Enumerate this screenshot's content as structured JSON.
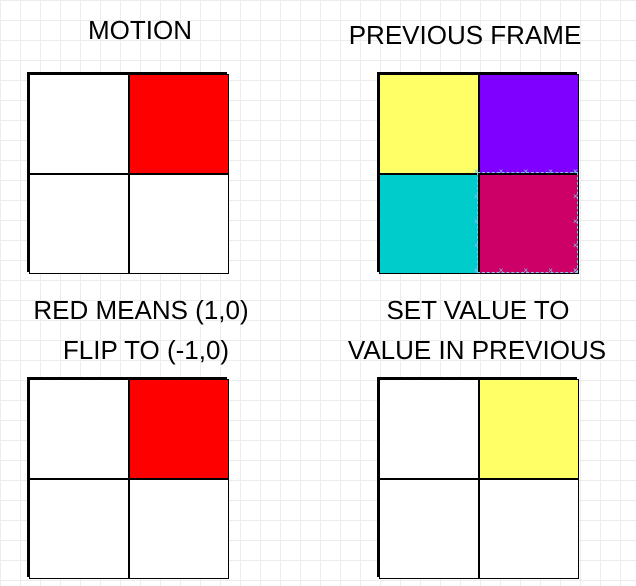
{
  "labels": {
    "motion": "MOTION",
    "previous_frame": "PREVIOUS FRAME",
    "red_means_line1": "RED MEANS (1,0)",
    "red_means_line2": "FLIP TO (-1,0)",
    "set_value_line1": "SET VALUE TO",
    "set_value_line2": "VALUE IN PREVIOUS"
  },
  "grids": {
    "motion": [
      "#ffffff",
      "#ff0000",
      "#ffffff",
      "#ffffff"
    ],
    "previous_frame": [
      "#ffff66",
      "#7f00ff",
      "#00cccc",
      "#cc0066"
    ],
    "flip": [
      "#ffffff",
      "#ff0000",
      "#ffffff",
      "#ffffff"
    ],
    "result": [
      "#ffffff",
      "#ffff66",
      "#ffffff",
      "#ffffff"
    ]
  },
  "colors": {
    "selection": "#7fc8ee",
    "arrow": "#000000"
  }
}
